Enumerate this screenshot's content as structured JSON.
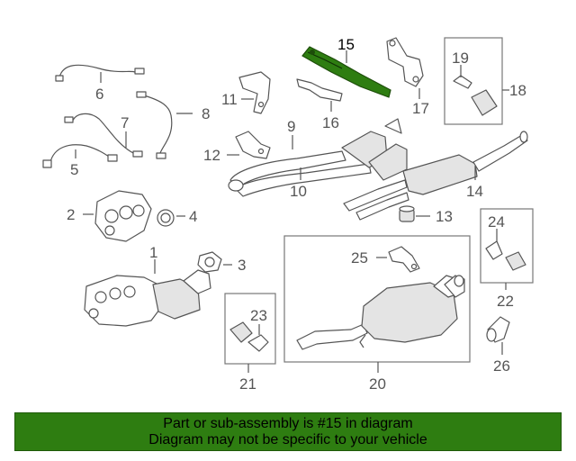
{
  "callouts": {
    "n1": "1",
    "n2": "2",
    "n3": "3",
    "n4": "4",
    "n5": "5",
    "n6": "6",
    "n7": "7",
    "n8": "8",
    "n9": "9",
    "n10": "10",
    "n11": "11",
    "n12": "12",
    "n13": "13",
    "n14": "14",
    "n15": "15",
    "n16": "16",
    "n17": "17",
    "n18": "18",
    "n19": "19",
    "n20": "20",
    "n21": "21",
    "n22": "22",
    "n23": "23",
    "n24": "24",
    "n25": "25",
    "n26": "26"
  },
  "highlighted_part": "15",
  "colors": {
    "highlight_part": "#2e7d11",
    "banner_bg": "#2e7d11",
    "line_art": "#555555"
  },
  "banner": {
    "line1": "Part or sub-assembly is #15 in diagram",
    "line2": "Diagram may not be specific to your vehicle"
  }
}
